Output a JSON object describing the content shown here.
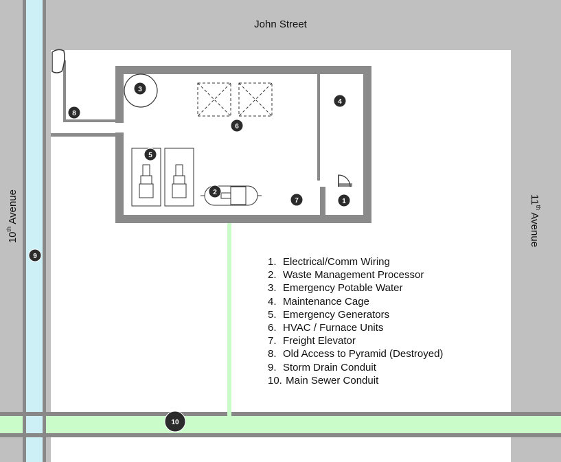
{
  "streets": {
    "top": "John Street",
    "left": {
      "prefix": "10",
      "sup": "th",
      "suffix": " Avenue"
    },
    "right": {
      "prefix": "11",
      "sup": "th",
      "suffix": " Avenue"
    }
  },
  "markers": {
    "m1": "1",
    "m2": "2",
    "m3": "3",
    "m4": "4",
    "m5": "5",
    "m6": "6",
    "m7": "7",
    "m8": "8",
    "m9": "9",
    "m10": "10"
  },
  "legend": [
    {
      "num": "1.",
      "label": "Electrical/Comm Wiring"
    },
    {
      "num": "2.",
      "label": "Waste Management Processor"
    },
    {
      "num": "3.",
      "label": "Emergency Potable Water"
    },
    {
      "num": "4.",
      "label": "Maintenance Cage"
    },
    {
      "num": "5.",
      "label": "Emergency Generators"
    },
    {
      "num": "6.",
      "label": "HVAC / Furnace Units"
    },
    {
      "num": "7.",
      "label": "Freight Elevator"
    },
    {
      "num": "8.",
      "label": "Old Access to Pyramid (Destroyed)"
    },
    {
      "num": "9.",
      "label": "Storm Drain Conduit"
    },
    {
      "num": "10.",
      "label": " Main Sewer Conduit"
    }
  ],
  "colors": {
    "street": "#c0c0c0",
    "wall": "#8a8a8a",
    "drain": "#cdf0f7",
    "sewer": "#cafcca",
    "marker": "#2b2b2b"
  }
}
